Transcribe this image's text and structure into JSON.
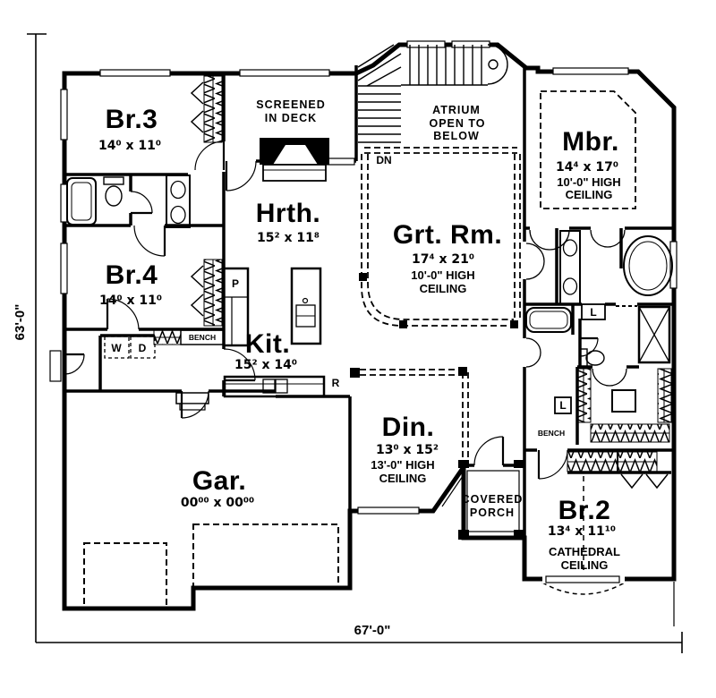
{
  "dimensions": {
    "width": "67'-0\"",
    "depth": "63'-0\""
  },
  "rooms": {
    "br3": {
      "name": "Br.3",
      "dims": "14⁰ x 11⁰"
    },
    "br4": {
      "name": "Br.4",
      "dims": "14⁰ x 11⁰"
    },
    "hrth": {
      "name": "Hrth.",
      "dims": "15² x 11⁸"
    },
    "kit": {
      "name": "Kit.",
      "dims": "15² x 14⁰"
    },
    "grt": {
      "name": "Grt. Rm.",
      "dims": "17⁴ x 21⁰",
      "note1": "10'-0\" HIGH",
      "note2": "CEILING"
    },
    "mbr": {
      "name": "Mbr.",
      "dims": "14⁴ x 17⁰",
      "note1": "10'-0\" HIGH",
      "note2": "CEILING"
    },
    "din": {
      "name": "Din.",
      "dims": "13⁰ x 15²",
      "note1": "13'-0\" HIGH",
      "note2": "CEILING"
    },
    "gar": {
      "name": "Gar.",
      "dims": "00⁰⁰ x 00⁰⁰"
    },
    "br2": {
      "name": "Br.2",
      "dims": "13⁴ x 11¹⁰",
      "note1": "CATHEDRAL",
      "note2": "CEILING"
    },
    "deck": {
      "line1": "SCREENED",
      "line2": "IN DECK"
    },
    "atrium": {
      "line1": "ATRIUM",
      "line2": "OPEN TO",
      "line3": "BELOW"
    },
    "porch": {
      "line1": "COVERED",
      "line2": "PORCH"
    }
  },
  "annotations": {
    "down": "DN",
    "pantry": "P",
    "washer": "W",
    "dryer": "D",
    "fridge": "R",
    "linen1": "L",
    "linen2": "L",
    "bench_mud": "BENCH",
    "bench_closet": "BENCH"
  },
  "colors": {
    "ink": "#000000",
    "paper": "#ffffff"
  }
}
